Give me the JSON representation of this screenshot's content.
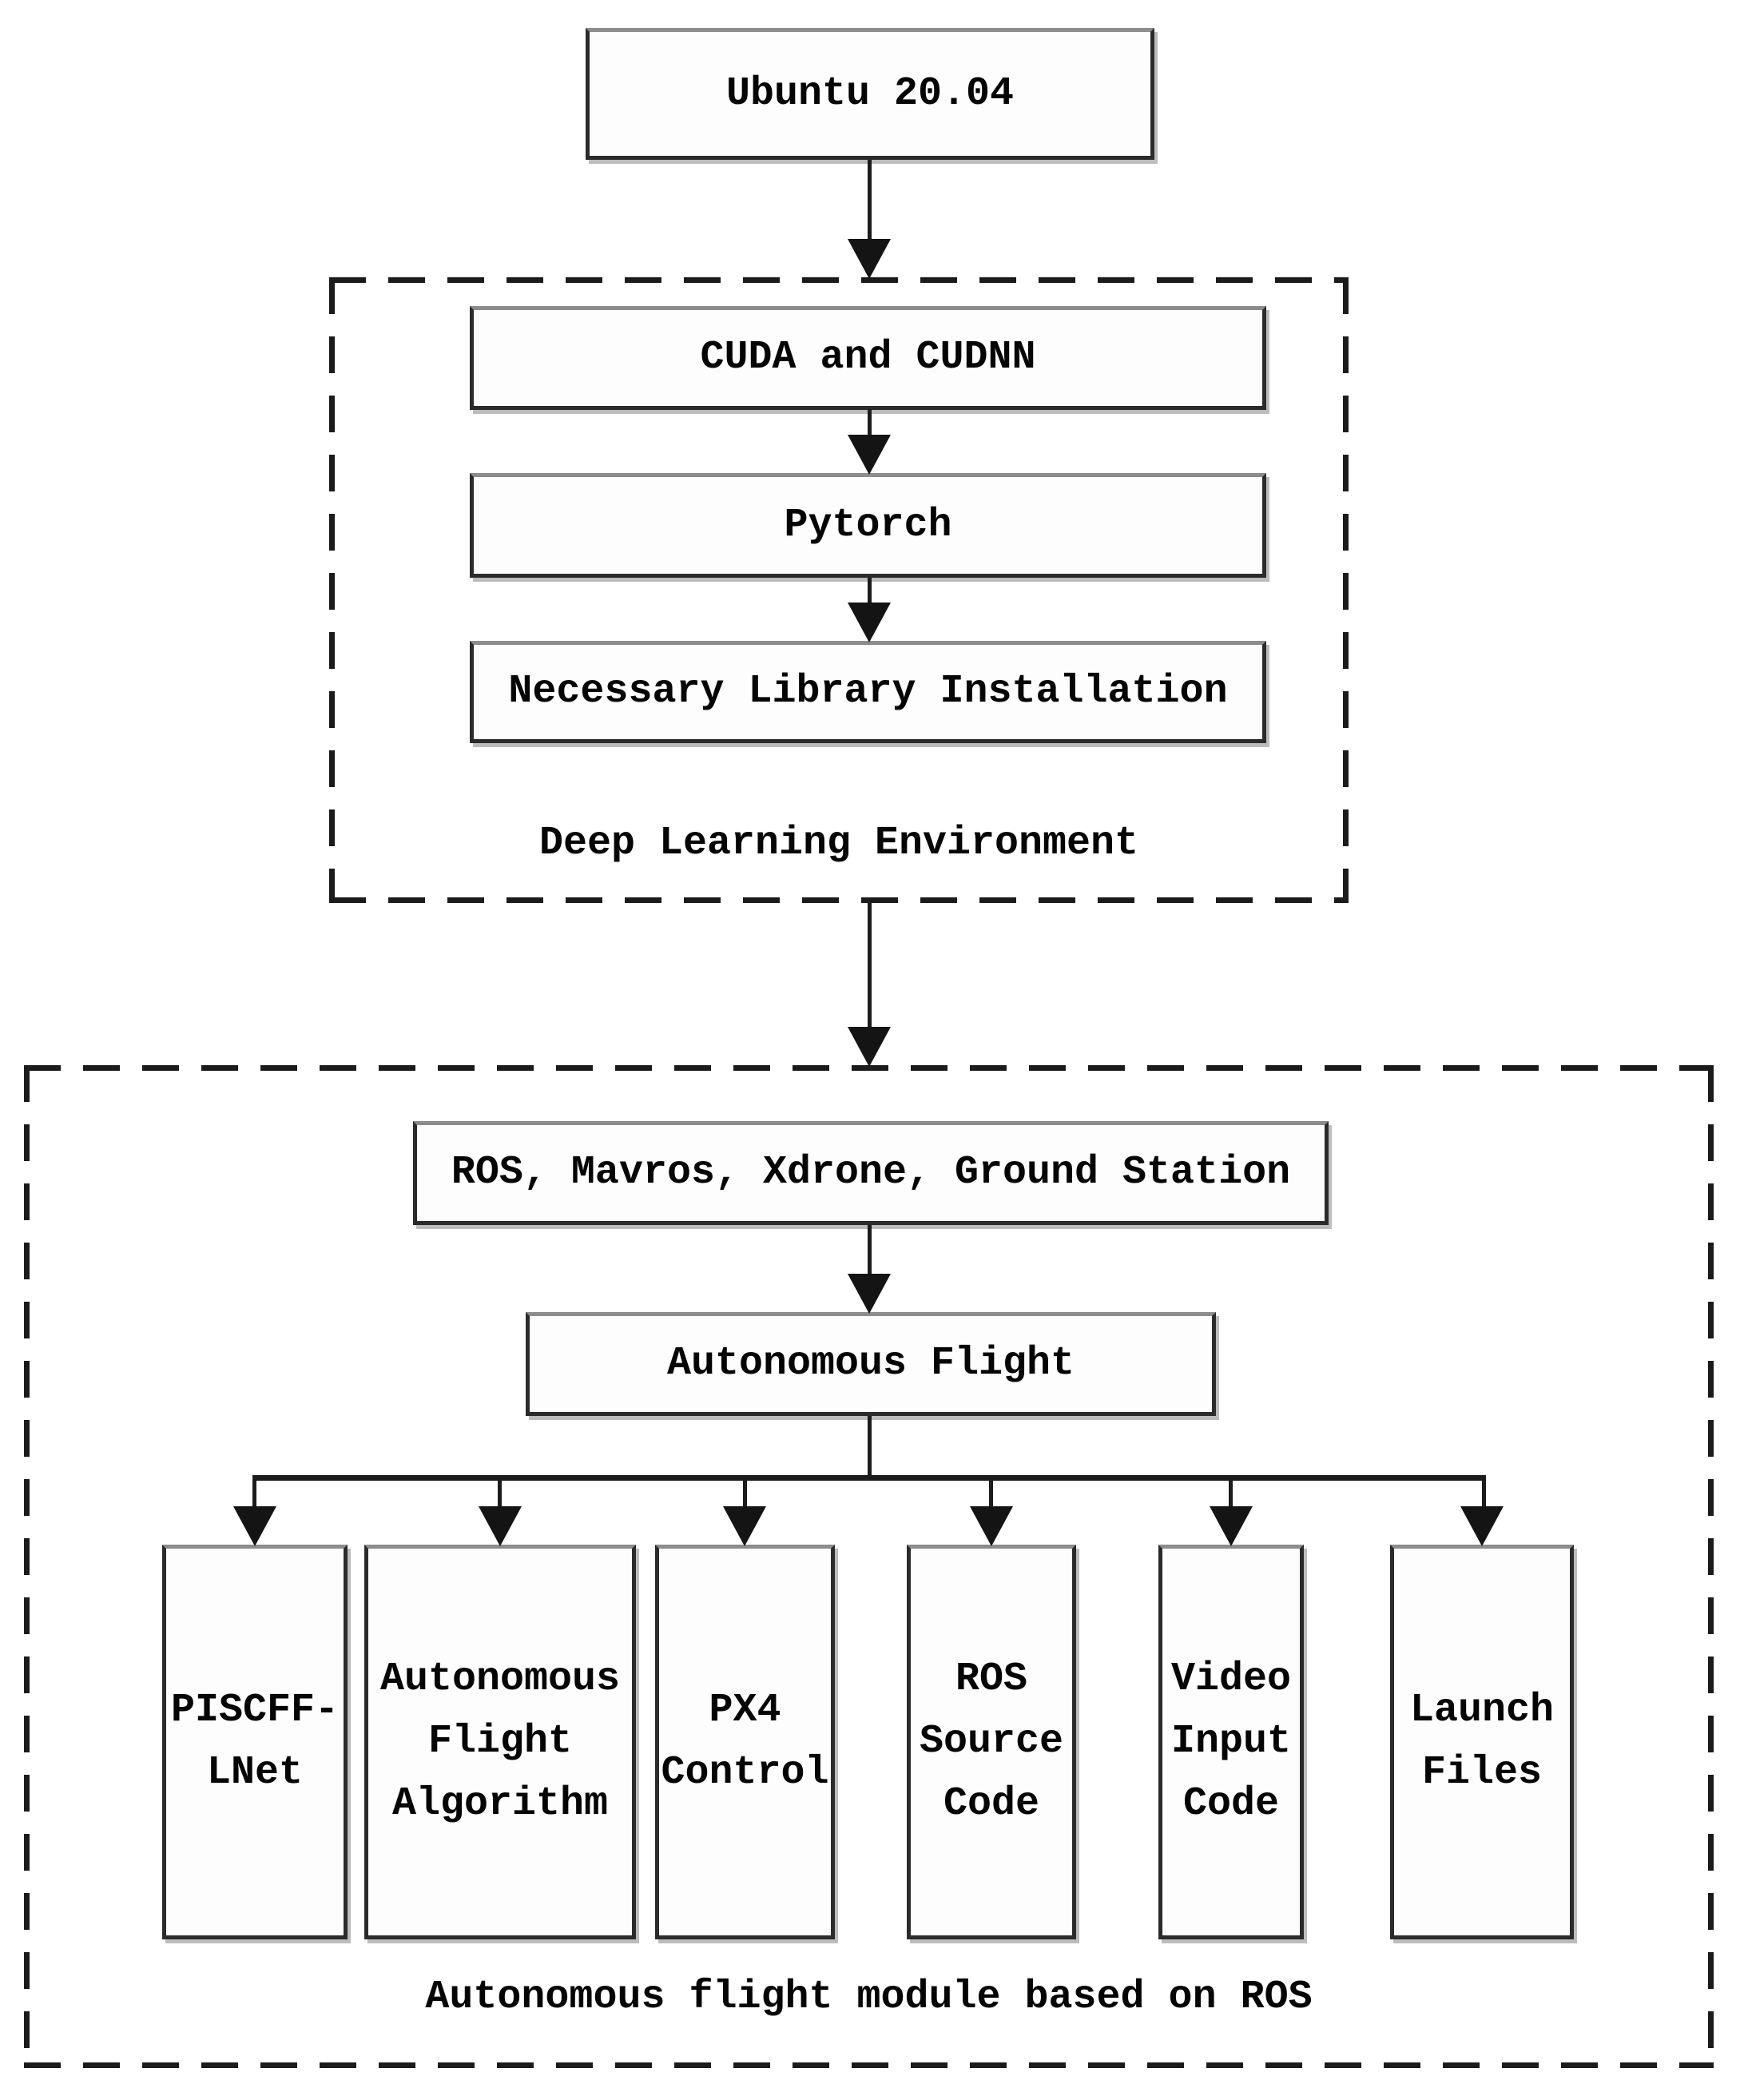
{
  "figure": {
    "background": "#ffffff",
    "line_color": "#1c1c1c",
    "text_color": "#050505"
  },
  "nodes": {
    "ubuntu": {
      "label": "Ubuntu 20.04"
    },
    "cuda": {
      "label": "CUDA and CUDNN"
    },
    "pytorch": {
      "label": "Pytorch"
    },
    "library": {
      "label": "Necessary Library Installation"
    },
    "ros_stack": {
      "label": "ROS, Mavros, Xdrone, Ground Station"
    },
    "autonomous_flight": {
      "label": "Autonomous Flight"
    },
    "piscff_lnet": {
      "label": "PISCFF-\nLNet"
    },
    "af_algorithm": {
      "label": "Autonomous\nFlight\nAlgorithm"
    },
    "px4_control": {
      "label": "PX4\nControl"
    },
    "ros_source": {
      "label": "ROS\nSource\nCode"
    },
    "video_input": {
      "label": "Video\nInput\nCode"
    },
    "launch_files": {
      "label": "Launch\nFiles"
    }
  },
  "groups": {
    "deep_learning": {
      "label": "Deep Learning Environment"
    },
    "ros_module": {
      "label": "Autonomous flight module based on ROS"
    }
  }
}
